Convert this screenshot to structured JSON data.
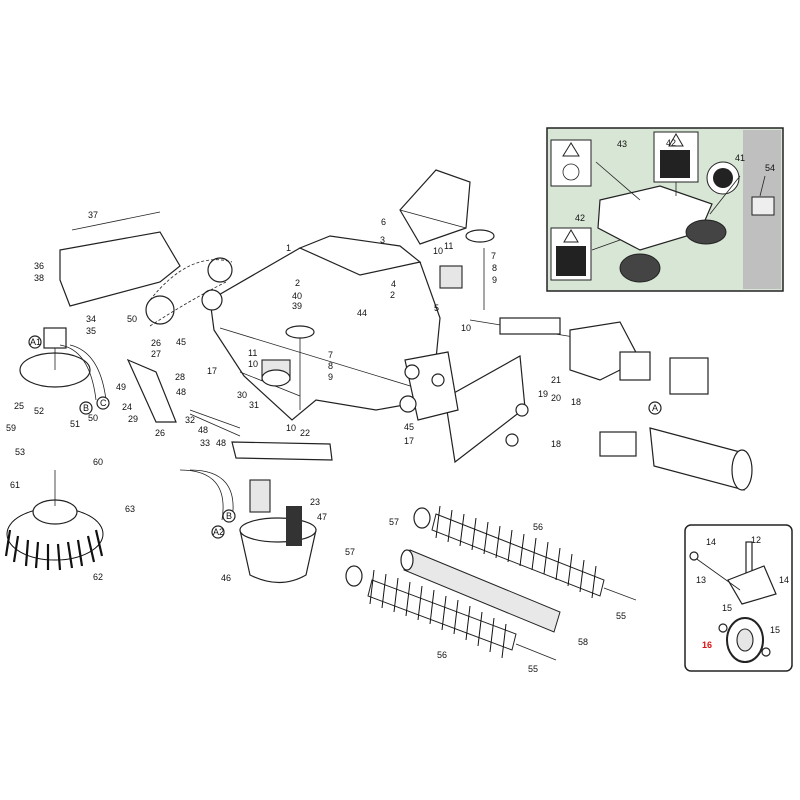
{
  "diagram": {
    "callouts": [
      "1",
      "2",
      "3",
      "4",
      "5",
      "6",
      "7",
      "8",
      "9",
      "10",
      "11",
      "12",
      "13",
      "14",
      "15",
      "16",
      "17",
      "18",
      "19",
      "20",
      "21",
      "22",
      "23",
      "24",
      "25",
      "26",
      "27",
      "28",
      "29",
      "30",
      "31",
      "32",
      "33",
      "34",
      "35",
      "36",
      "37",
      "38",
      "39",
      "40",
      "41",
      "42",
      "43",
      "44",
      "45",
      "46",
      "47",
      "48",
      "49",
      "50",
      "51",
      "52",
      "53",
      "54",
      "55",
      "56",
      "57",
      "58",
      "59",
      "60",
      "61",
      "62",
      "63"
    ],
    "connectors": [
      "A1",
      "A2",
      "A",
      "B",
      "B",
      "C"
    ],
    "highlight_callout": "16",
    "colors": {
      "line": "#222222",
      "inset_background": "#d8e6d6",
      "highlight_text": "#d11111",
      "label_panel": "#bfbfbf"
    }
  }
}
